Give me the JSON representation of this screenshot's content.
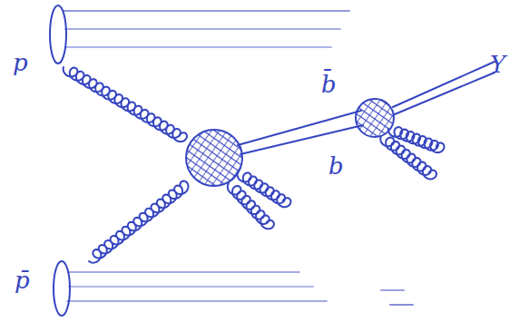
{
  "diagram": {
    "labels": [
      "p",
      "p̄",
      "b̄",
      "b",
      "Υ"
    ]
  }
}
